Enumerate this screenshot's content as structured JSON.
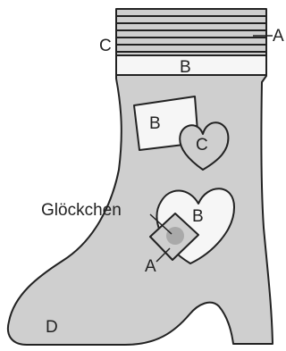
{
  "labels": {
    "a_top": "A",
    "c_top": "C",
    "b_cuff": "B",
    "b_square": "B",
    "c_heart": "C",
    "b_heart": "B",
    "a_bottom": "A",
    "bell": "Glöckchen",
    "d_sole": "D"
  },
  "colors": {
    "boot_fill": "#cfcfcf",
    "outline": "#222222",
    "patch_fill": "#f6f6f6",
    "bell_fill": "#a9a9a9"
  }
}
